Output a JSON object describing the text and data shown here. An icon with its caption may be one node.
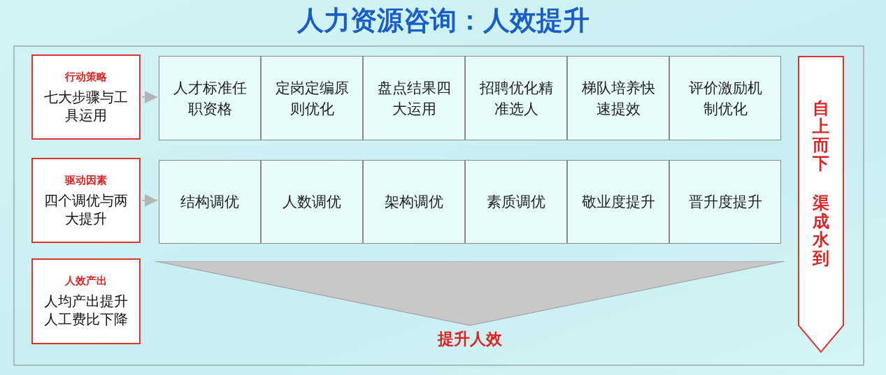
{
  "diagram": {
    "title": "人力资源咨询：人效提升",
    "nodes": [
      {
        "text": [
          "行动策略",
          "七大步骤与工具运用"
        ]
      },
      {
        "text": [
          "人才标准任职资格"
        ]
      },
      {
        "text": [
          "定岗定编原则优化"
        ]
      },
      {
        "text": [
          "盘点结果四大运用"
        ]
      },
      {
        "text": [
          "招聘优化精准选人"
        ]
      },
      {
        "text": [
          "梯队培养快速提效"
        ]
      },
      {
        "text": [
          "评价激励机制优化"
        ]
      },
      {
        "text": [
          "驱动因素",
          "四个调优与两大提升"
        ]
      },
      {
        "text": [
          "结构调优"
        ]
      },
      {
        "text": [
          "人数调优"
        ]
      },
      {
        "text": [
          "架构调优"
        ]
      },
      {
        "text": [
          "素质调优"
        ]
      },
      {
        "text": [
          "敬业度提升"
        ]
      },
      {
        "text": [
          "晋升度提升"
        ]
      },
      {
        "text": [
          "人效产出",
          "人均产出提升人工费比下降"
        ]
      },
      {
        "text": [
          "提升人效"
        ]
      },
      {
        "text": [
          "自上而下",
          "渠成水到"
        ]
      }
    ],
    "edges": [
      {
        "from": 0,
        "to": 1,
        "arrow": "to"
      },
      {
        "from": 7,
        "to": 8,
        "arrow": "to"
      }
    ]
  }
}
